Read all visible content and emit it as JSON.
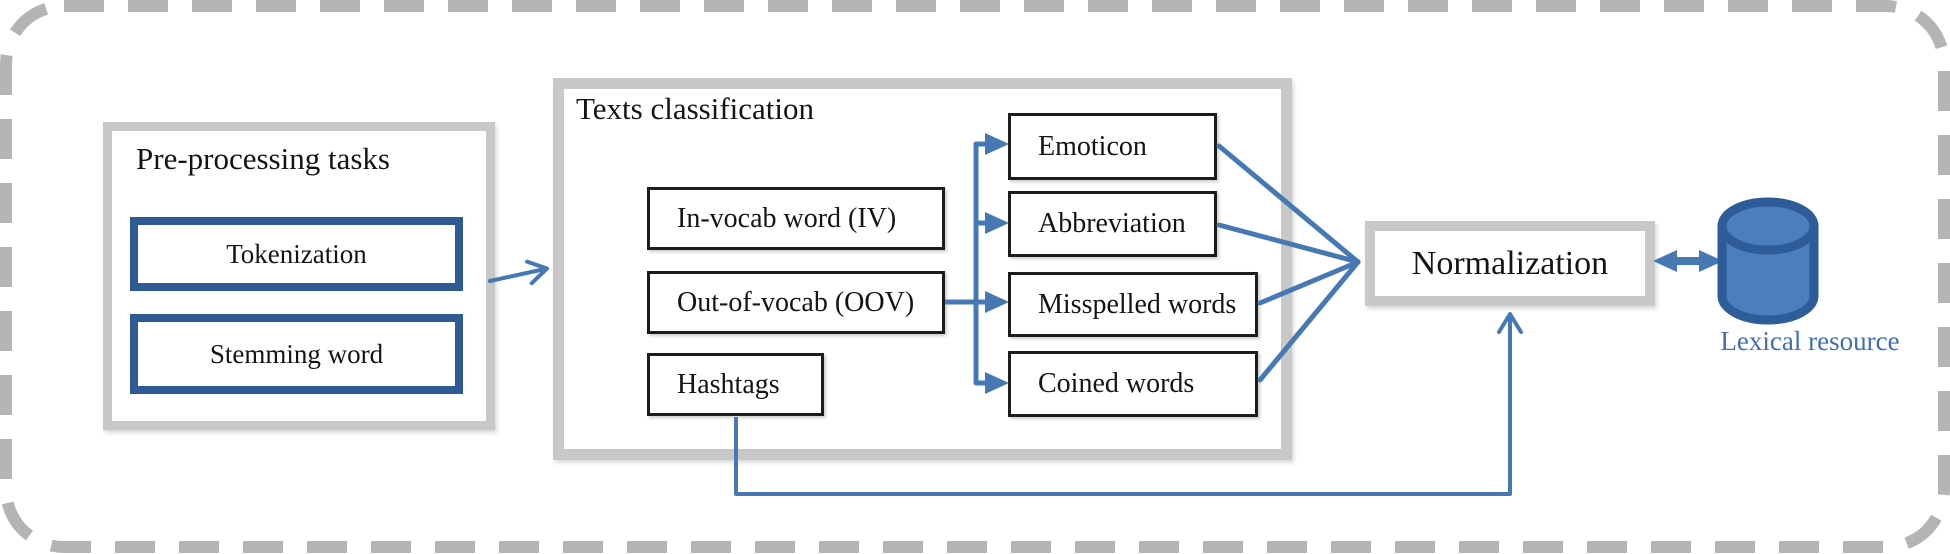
{
  "diagram": {
    "preprocessing": {
      "title": "Pre-processing tasks",
      "items": [
        "Tokenization",
        "Stemming word"
      ]
    },
    "classification": {
      "title": "Texts classification",
      "categories": [
        "In-vocab word (IV)",
        "Out-of-vocab (OOV)",
        "Hashtags"
      ],
      "oov_types": [
        "Emoticon",
        "Abbreviation",
        "Misspelled words",
        "Coined words"
      ]
    },
    "normalization_label": "Normalization",
    "lexical_resource_label": "Lexical resource",
    "icons": {
      "database": "database-cylinder-icon",
      "flow_arrows": "blue-arrow-connectors"
    },
    "colors": {
      "accent_blue": "#4678b4",
      "navy_border": "#2f5b94",
      "panel_gray": "#c8c8c8",
      "dashed_gray": "#b4b4b4",
      "cylinder_fill": "#4b7ebc",
      "cylinder_stroke": "#2d5c99",
      "lexical_text": "#3f6db6"
    }
  }
}
